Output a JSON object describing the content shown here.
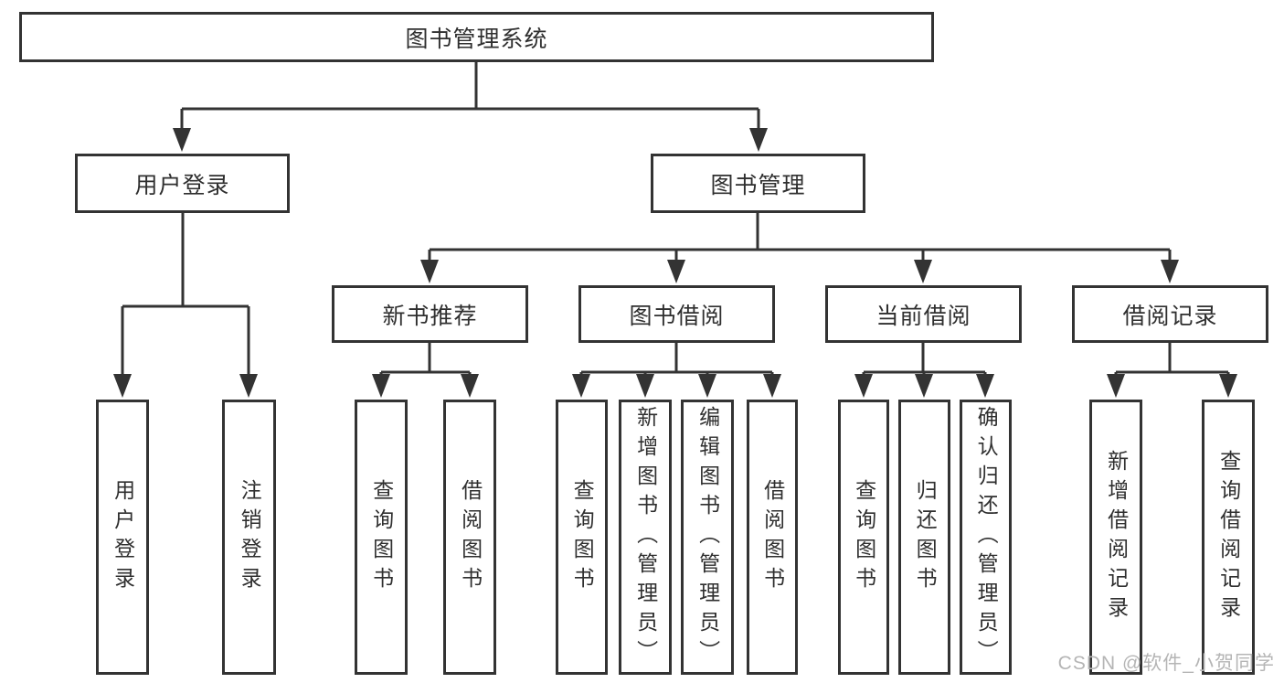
{
  "diagram": {
    "root": {
      "label": "图书管理系统"
    },
    "level2": [
      {
        "label": "用户登录"
      },
      {
        "label": "图书管理"
      }
    ],
    "level3": [
      {
        "label": "新书推荐"
      },
      {
        "label": "图书借阅"
      },
      {
        "label": "当前借阅"
      },
      {
        "label": "借阅记录"
      }
    ],
    "leaves": [
      {
        "label": "用户登录"
      },
      {
        "label": "注销登录"
      },
      {
        "label": "查询图书"
      },
      {
        "label": "借阅图书"
      },
      {
        "label": "查询图书"
      },
      {
        "label": "新增图书（管理员）"
      },
      {
        "label": "编辑图书（管理员）"
      },
      {
        "label": "借阅图书"
      },
      {
        "label": "查询图书"
      },
      {
        "label": "归还图书"
      },
      {
        "label": "确认归还（管理员）"
      },
      {
        "label": "新增借阅记录"
      },
      {
        "label": "查询借阅记录"
      }
    ]
  },
  "watermark": {
    "text": "CSDN @软件_小贺同学"
  },
  "colors": {
    "line": "#333333",
    "box_border": "#333333",
    "box_fill": "#ffffff",
    "text": "#2f2f2f",
    "watermark": "#b5b5b5"
  }
}
